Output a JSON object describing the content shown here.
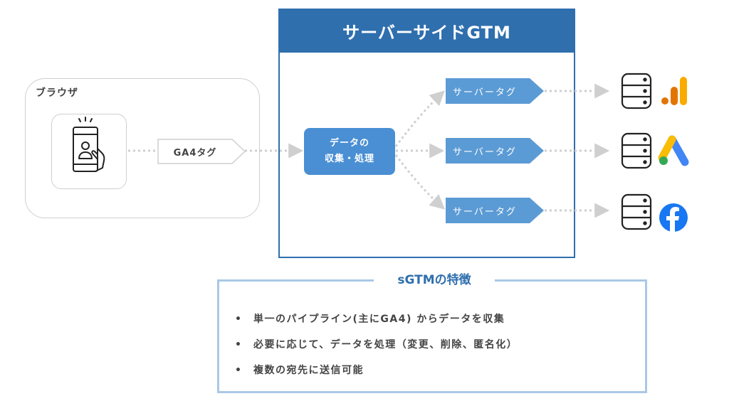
{
  "browser": {
    "label": "ブラウザ",
    "tag_label": "GA4タグ"
  },
  "sgtm": {
    "title": "サーバーサイドGTM",
    "collect_label_line1": "データの",
    "collect_label_line2": "収集・処理",
    "server_tags": [
      "サーバータグ",
      "サーバータグ",
      "サーバータグ"
    ]
  },
  "destinations": [
    {
      "database_icon": "database-icon",
      "service_icon": "google-analytics-icon"
    },
    {
      "database_icon": "database-icon",
      "service_icon": "google-ads-icon"
    },
    {
      "database_icon": "database-icon",
      "service_icon": "facebook-icon"
    }
  ],
  "features": {
    "title": "sGTMの特徴",
    "items": [
      "単一のパイプライン(主にGA4) からデータを収集",
      "必要に応じて、データを処理（変更、削除、匿名化）",
      "複数の宛先に送信可能"
    ],
    "bullet": "•"
  },
  "colors": {
    "sgtm_blue": "#2f6fae",
    "box_blue": "#4a8fd3",
    "tag_blue": "#5b9bd5",
    "border_light_blue": "#a9c8e6",
    "ga_orange": "#f9ab00",
    "ga_dark_orange": "#e37400",
    "ads_blue": "#4285f4",
    "ads_yellow": "#fbbc04",
    "ads_green": "#34a853",
    "facebook_blue": "#1877f2"
  }
}
